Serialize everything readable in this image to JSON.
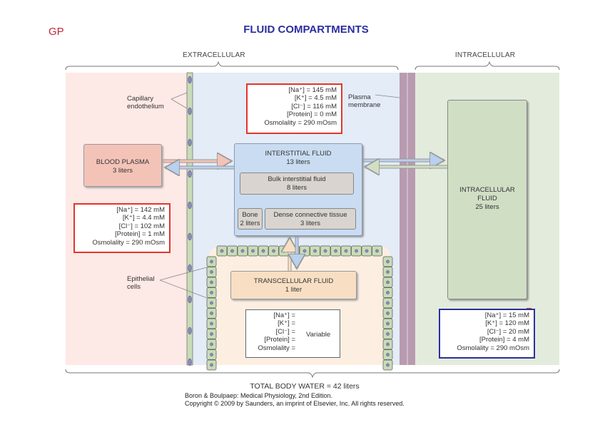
{
  "header": {
    "corner_label": "GP",
    "title": "FLUID COMPARTMENTS"
  },
  "sections": {
    "extracellular": "EXTRACELLULAR",
    "intracellular": "INTRACELLULAR"
  },
  "labels": {
    "capillary_endothelium": [
      "Capillary",
      "endothelium"
    ],
    "plasma_membrane": [
      "Plasma",
      "membrane"
    ],
    "epithelial_cells": [
      "Epithelial",
      "cells"
    ]
  },
  "compartments": {
    "blood_plasma": {
      "name": "BLOOD PLASMA",
      "volume": "3 liters"
    },
    "interstitial": {
      "name": "INTERSTITIAL FLUID",
      "volume": "13 liters"
    },
    "bulk_interstitial": {
      "name": "Bulk interstitial fluid",
      "volume": "8 liters"
    },
    "bone": {
      "name": "Bone",
      "volume": "2 liters"
    },
    "dense_connective": {
      "name": "Dense connective tissue",
      "volume": "3 liters"
    },
    "transcellular": {
      "name": "TRANSCELLULAR FLUID",
      "volume": "1 liter"
    },
    "intracellular": {
      "name_line1": "INTRACELLULAR",
      "name_line2": "FLUID",
      "volume": "25 liters"
    }
  },
  "concentrations": {
    "interstitial": [
      "[Na⁺] = 145 mM",
      "[K⁺] = 4.5 mM",
      "[Cl⁻] = 116 mM",
      "[Protein] = 0 mM",
      "Osmolality = 290 mOsm"
    ],
    "plasma": [
      "[Na⁺] = 142 mM",
      "[K⁺] = 4.4 mM",
      "[Cl⁻] = 102 mM",
      "[Protein] = 1 mM",
      "Osmolality = 290 mOsm"
    ],
    "transcellular": [
      "[Na⁺] =",
      "[K⁺] =",
      "[Cl⁻] =",
      "[Protein] =",
      "Osmolality ="
    ],
    "transcellular_note": "Variable",
    "intracellular": [
      "[Na⁺] = 15 mM",
      "[K⁺] = 120 mM",
      "[Cl⁻] = 20 mM",
      "[Protein] = 4 mM",
      "Osmolality = 290 mOsm"
    ]
  },
  "footer": {
    "total": "TOTAL BODY WATER = 42 liters",
    "source": "Boron & Boulpaep: Medical Physiology, 2nd Edition.",
    "copyright": "Copyright © 2009 by Saunders, an imprint of Elsevier, Inc. All rights reserved."
  },
  "colors": {
    "plasma_bg": "#fde9e6",
    "interstitial_bg": "#e3ecf7",
    "intracellular_bg": "#e3ebdc",
    "transcellular_bg": "#fcefe2",
    "membrane": "#b89bb0",
    "plasma_box": "#f4c3b8",
    "interstitial_box": "#c9dcf2",
    "tissue_box": "#d9d4cf",
    "transcellular_box": "#f8dfc3",
    "intracellular_box": "#d0dfc4",
    "cell": "#c9dcb8",
    "nucleus": "#8a88c4",
    "red_border": "#e3352a",
    "blue_border": "#2b2f9e"
  }
}
